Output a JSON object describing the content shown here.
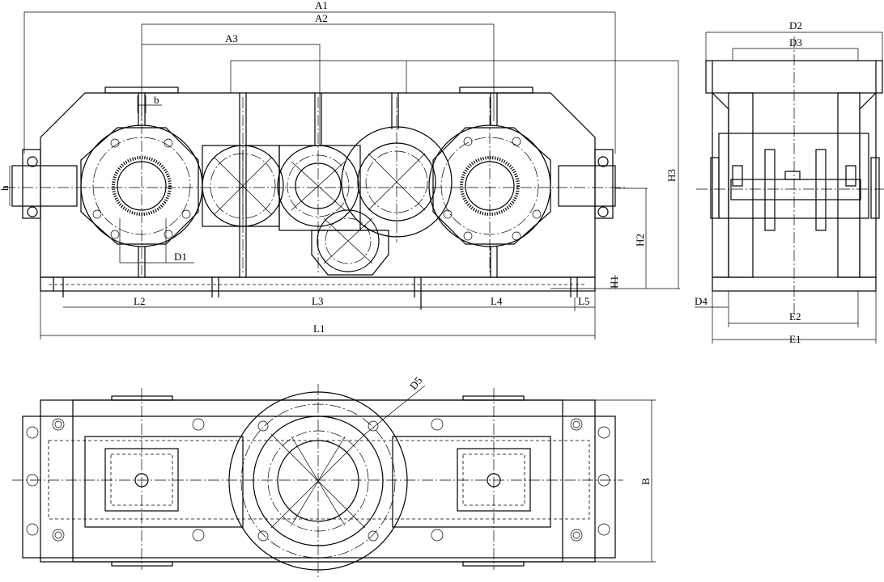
{
  "drawing": {
    "front_view": {
      "dims": {
        "A1": "A1",
        "A2": "A2",
        "A3": "A3",
        "b": "b",
        "h": "h",
        "D1": "D1",
        "L1": "L1",
        "L2": "L2",
        "L3": "L3",
        "L4": "L4",
        "L5": "L5",
        "H1": "H1",
        "H2": "H2",
        "H3": "H3"
      }
    },
    "side_view": {
      "dims": {
        "D2": "D2",
        "D3": "D3",
        "D4": "D4",
        "E1": "E1",
        "E2": "E2"
      }
    },
    "top_view": {
      "dims": {
        "D5": "D5",
        "B": "B"
      }
    }
  }
}
